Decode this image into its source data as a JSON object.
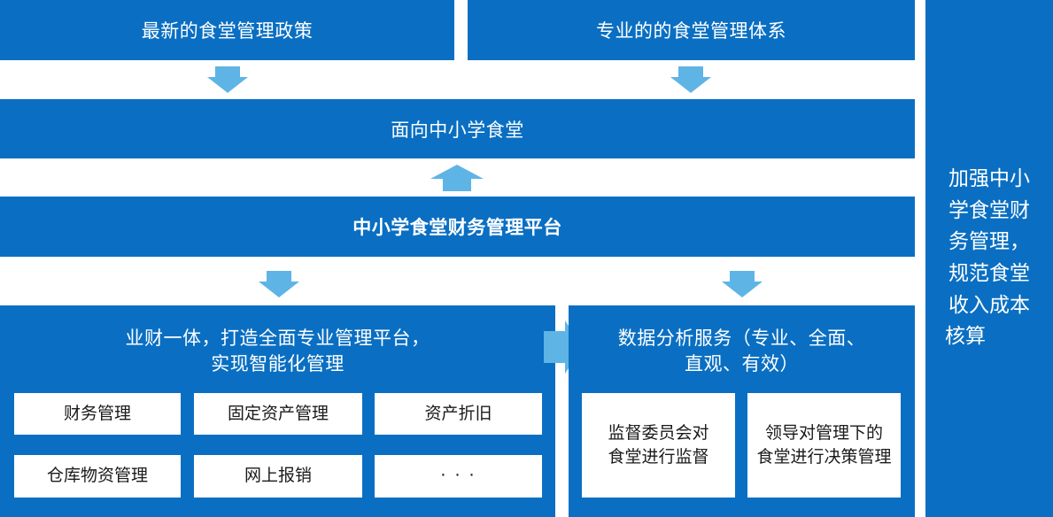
{
  "top_left": "最新的食堂管理政策",
  "top_right": "专业的的食堂管理体系",
  "target": "面向中小学食堂",
  "platform": "中小学食堂财务管理平台",
  "left_panel": {
    "title_line1": "业财一体，打造全面专业管理平台，",
    "title_line2": "实现智能化管理",
    "modules": [
      "财务管理",
      "固定资产管理",
      "资产折旧",
      "仓库物资管理",
      "网上报销",
      "· · ·"
    ]
  },
  "right_panel": {
    "title_line1": "数据分析服务（专业、全面、",
    "title_line2": "直观、有效）",
    "cards": [
      {
        "line1": "监督委员会对",
        "line2": "食堂进行监督"
      },
      {
        "line1": "领导对管理下的",
        "line2": "食堂进行决策管理"
      }
    ]
  },
  "side_panel": {
    "lines": [
      "加强中小",
      "学食堂财",
      "务管理，",
      "规范食堂",
      "收入成本",
      "核算"
    ]
  },
  "colors": {
    "block": "#0a6fc2",
    "arrow": "#5fb4e6",
    "card": "#ffffff"
  }
}
